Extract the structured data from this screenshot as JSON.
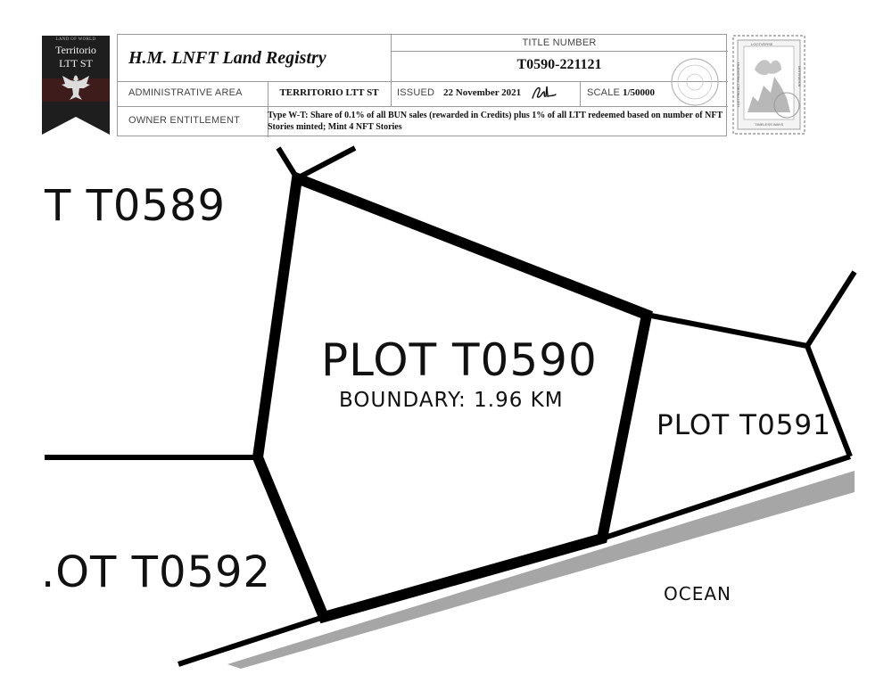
{
  "badge": {
    "small_text": "LAND OF WORLD",
    "line1": "Territorio",
    "line2": "LTT ST",
    "emblem_icon": "eagle-emblem-icon",
    "colors": {
      "background": "#1e1e1e",
      "accent": "#7a1a1a"
    }
  },
  "header": {
    "registry_title": "H.M. LNFT Land Registry",
    "title_number_label": "TITLE NUMBER",
    "title_number": "T0590-221121",
    "admin_area_label": "ADMINISTRATIVE AREA",
    "admin_area": "TERRITORIO LTT ST",
    "issued_label": "ISSUED",
    "issued_date": "22 November 2021",
    "scale_label": "SCALE",
    "scale": "1/50000",
    "owner_label": "OWNER ENTITLEMENT",
    "owner_entitlement": "Type W-T: Share of 0.1% of all BUN sales (rewarded in Credits) plus 1% of all LTT redeemed based on number of NFT Stories minted; Mint 4 NFT Stories",
    "seal_icon": "seal-icon",
    "signature_icon": "signature-icon"
  },
  "stamp": {
    "icon": "postage-stamp-icon",
    "top_text": "LOOTVERSE",
    "side_text_left": "LOOT PROJECT PHILOSOPHY",
    "side_text_right": "DESTINATION",
    "bottom_text": "TIMELESS WAYS"
  },
  "map": {
    "plots": [
      {
        "label": "T T0589"
      },
      {
        "label": "PLOT T0590",
        "sub": "BOUNDARY: 1.96 KM"
      },
      {
        "label": "PLOT T0591"
      },
      {
        "label": ".OT T0592"
      }
    ],
    "ocean_label": "OCEAN",
    "colors": {
      "boundary": "#000000",
      "coast": "#a6a6a6"
    }
  }
}
